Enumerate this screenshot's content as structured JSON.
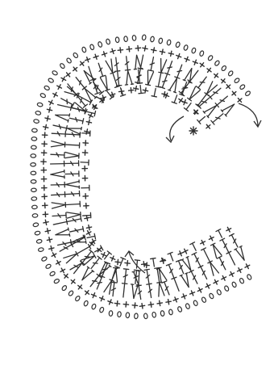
{
  "diagram": {
    "subject": "crochet-letter-c",
    "ink_color": "#2f2f2f",
    "background_color": "#ffffff",
    "symbol_key": {
      "chain": "o",
      "single_crochet": "+",
      "half_double_crochet": "T",
      "double_crochet": "T-slash",
      "dc_increase": "V",
      "dc_decrease": "A",
      "start": "*",
      "direction": "arrow"
    }
  }
}
